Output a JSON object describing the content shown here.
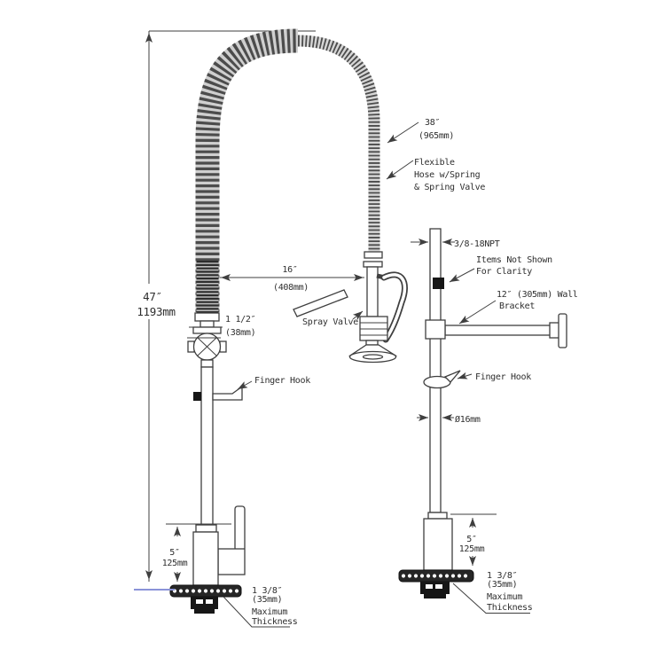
{
  "colors": {
    "line": "#3f3f3f",
    "counter_line": "#8a93d8",
    "dark_fill": "#161616"
  },
  "labels": {
    "hose_length_in": "38″",
    "hose_length_mm": "(965mm)",
    "flexible_1": "Flexible",
    "flexible_2": "Hose w/Spring",
    "flexible_3": "& Spring Valve",
    "overall_in": "47″",
    "overall_mm": "1193mm",
    "reach_in": "16″",
    "reach_mm": "(408mm)",
    "riser_in": "1 1/2″",
    "riser_mm": "(38mm)",
    "spray_valve": "Spray Valve",
    "finger_hook_left": "Finger Hook",
    "finger_hook_right": "Finger Hook",
    "npt": "3/8-18NPT",
    "items_not_shown_1": "Items Not Shown",
    "items_not_shown_2": "For Clarity",
    "wall_bracket_1": "12″ (305mm) Wall",
    "wall_bracket_2": "Bracket",
    "pipe_diameter": "Ø16mm",
    "base_left_in": "5″",
    "base_left_mm": "125mm",
    "base_right_in": "5″",
    "base_right_mm": "125mm",
    "thick_left_1": "1 3/8″",
    "thick_left_2": "(35mm)",
    "thick_left_3": "Maximum",
    "thick_left_4": "Thickness",
    "thick_right_1": "1 3/8″",
    "thick_right_2": "(35mm)",
    "thick_right_3": "Maximum",
    "thick_right_4": "Thickness"
  }
}
